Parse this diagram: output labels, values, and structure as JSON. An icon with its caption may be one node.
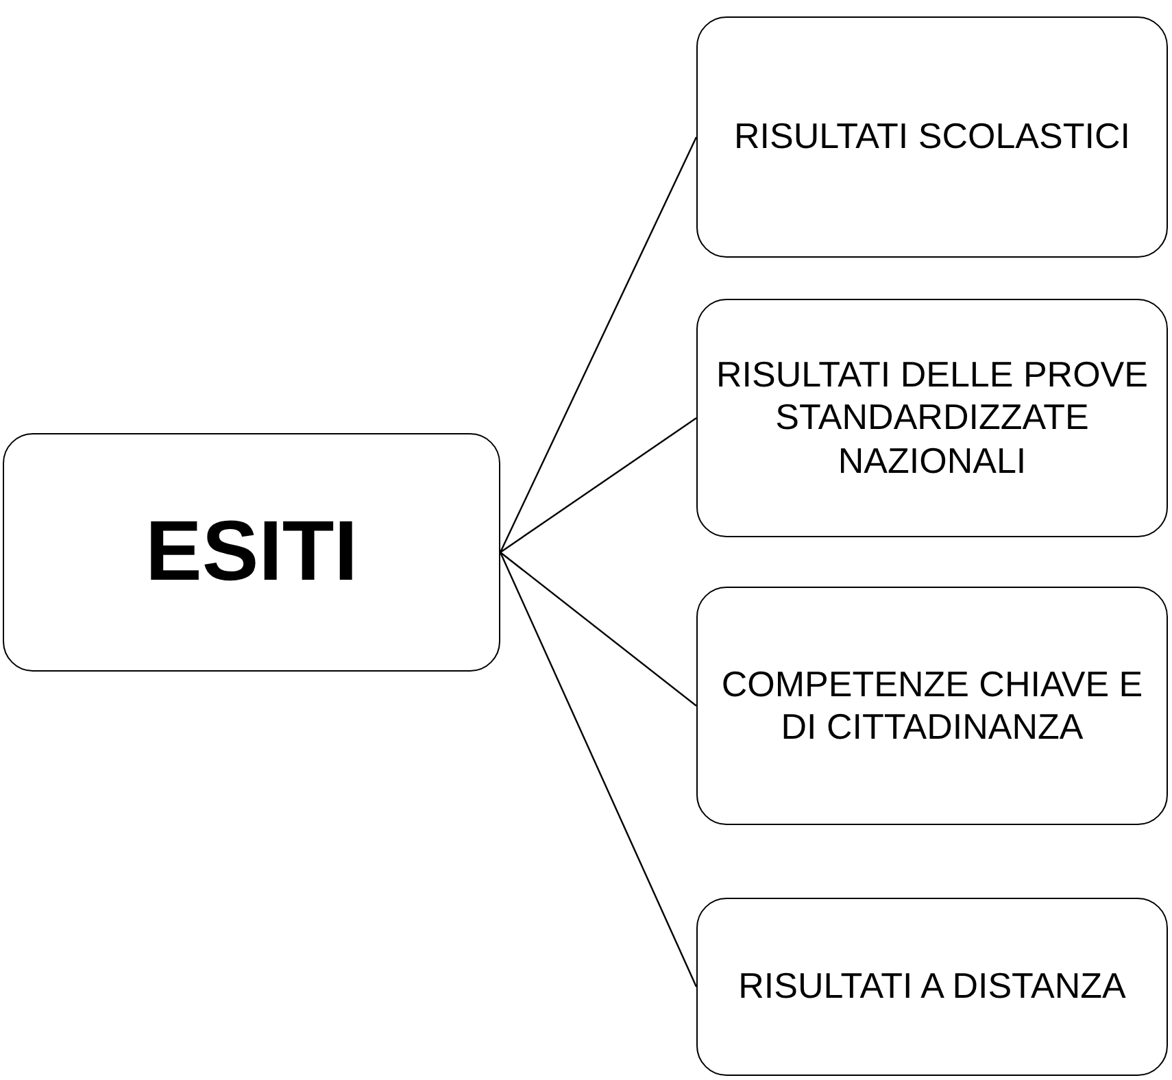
{
  "diagram": {
    "nodes": [
      {
        "text": [
          "ESITI"
        ]
      },
      {
        "text": [
          "RISULTATI SCOLASTICI"
        ]
      },
      {
        "text": [
          "RISULTATI DELLE PROVE STANDARDIZZATE NAZIONALI"
        ]
      },
      {
        "text": [
          "COMPETENZE CHIAVE E DI CITTADINANZA"
        ]
      },
      {
        "text": [
          "RISULTATI A DISTANZA"
        ]
      }
    ],
    "edges": [
      {
        "from": 0,
        "to": 1,
        "arrow": "none"
      },
      {
        "from": 0,
        "to": 2,
        "arrow": "none"
      },
      {
        "from": 0,
        "to": 3,
        "arrow": "none"
      },
      {
        "from": 0,
        "to": 4,
        "arrow": "none"
      }
    ]
  }
}
